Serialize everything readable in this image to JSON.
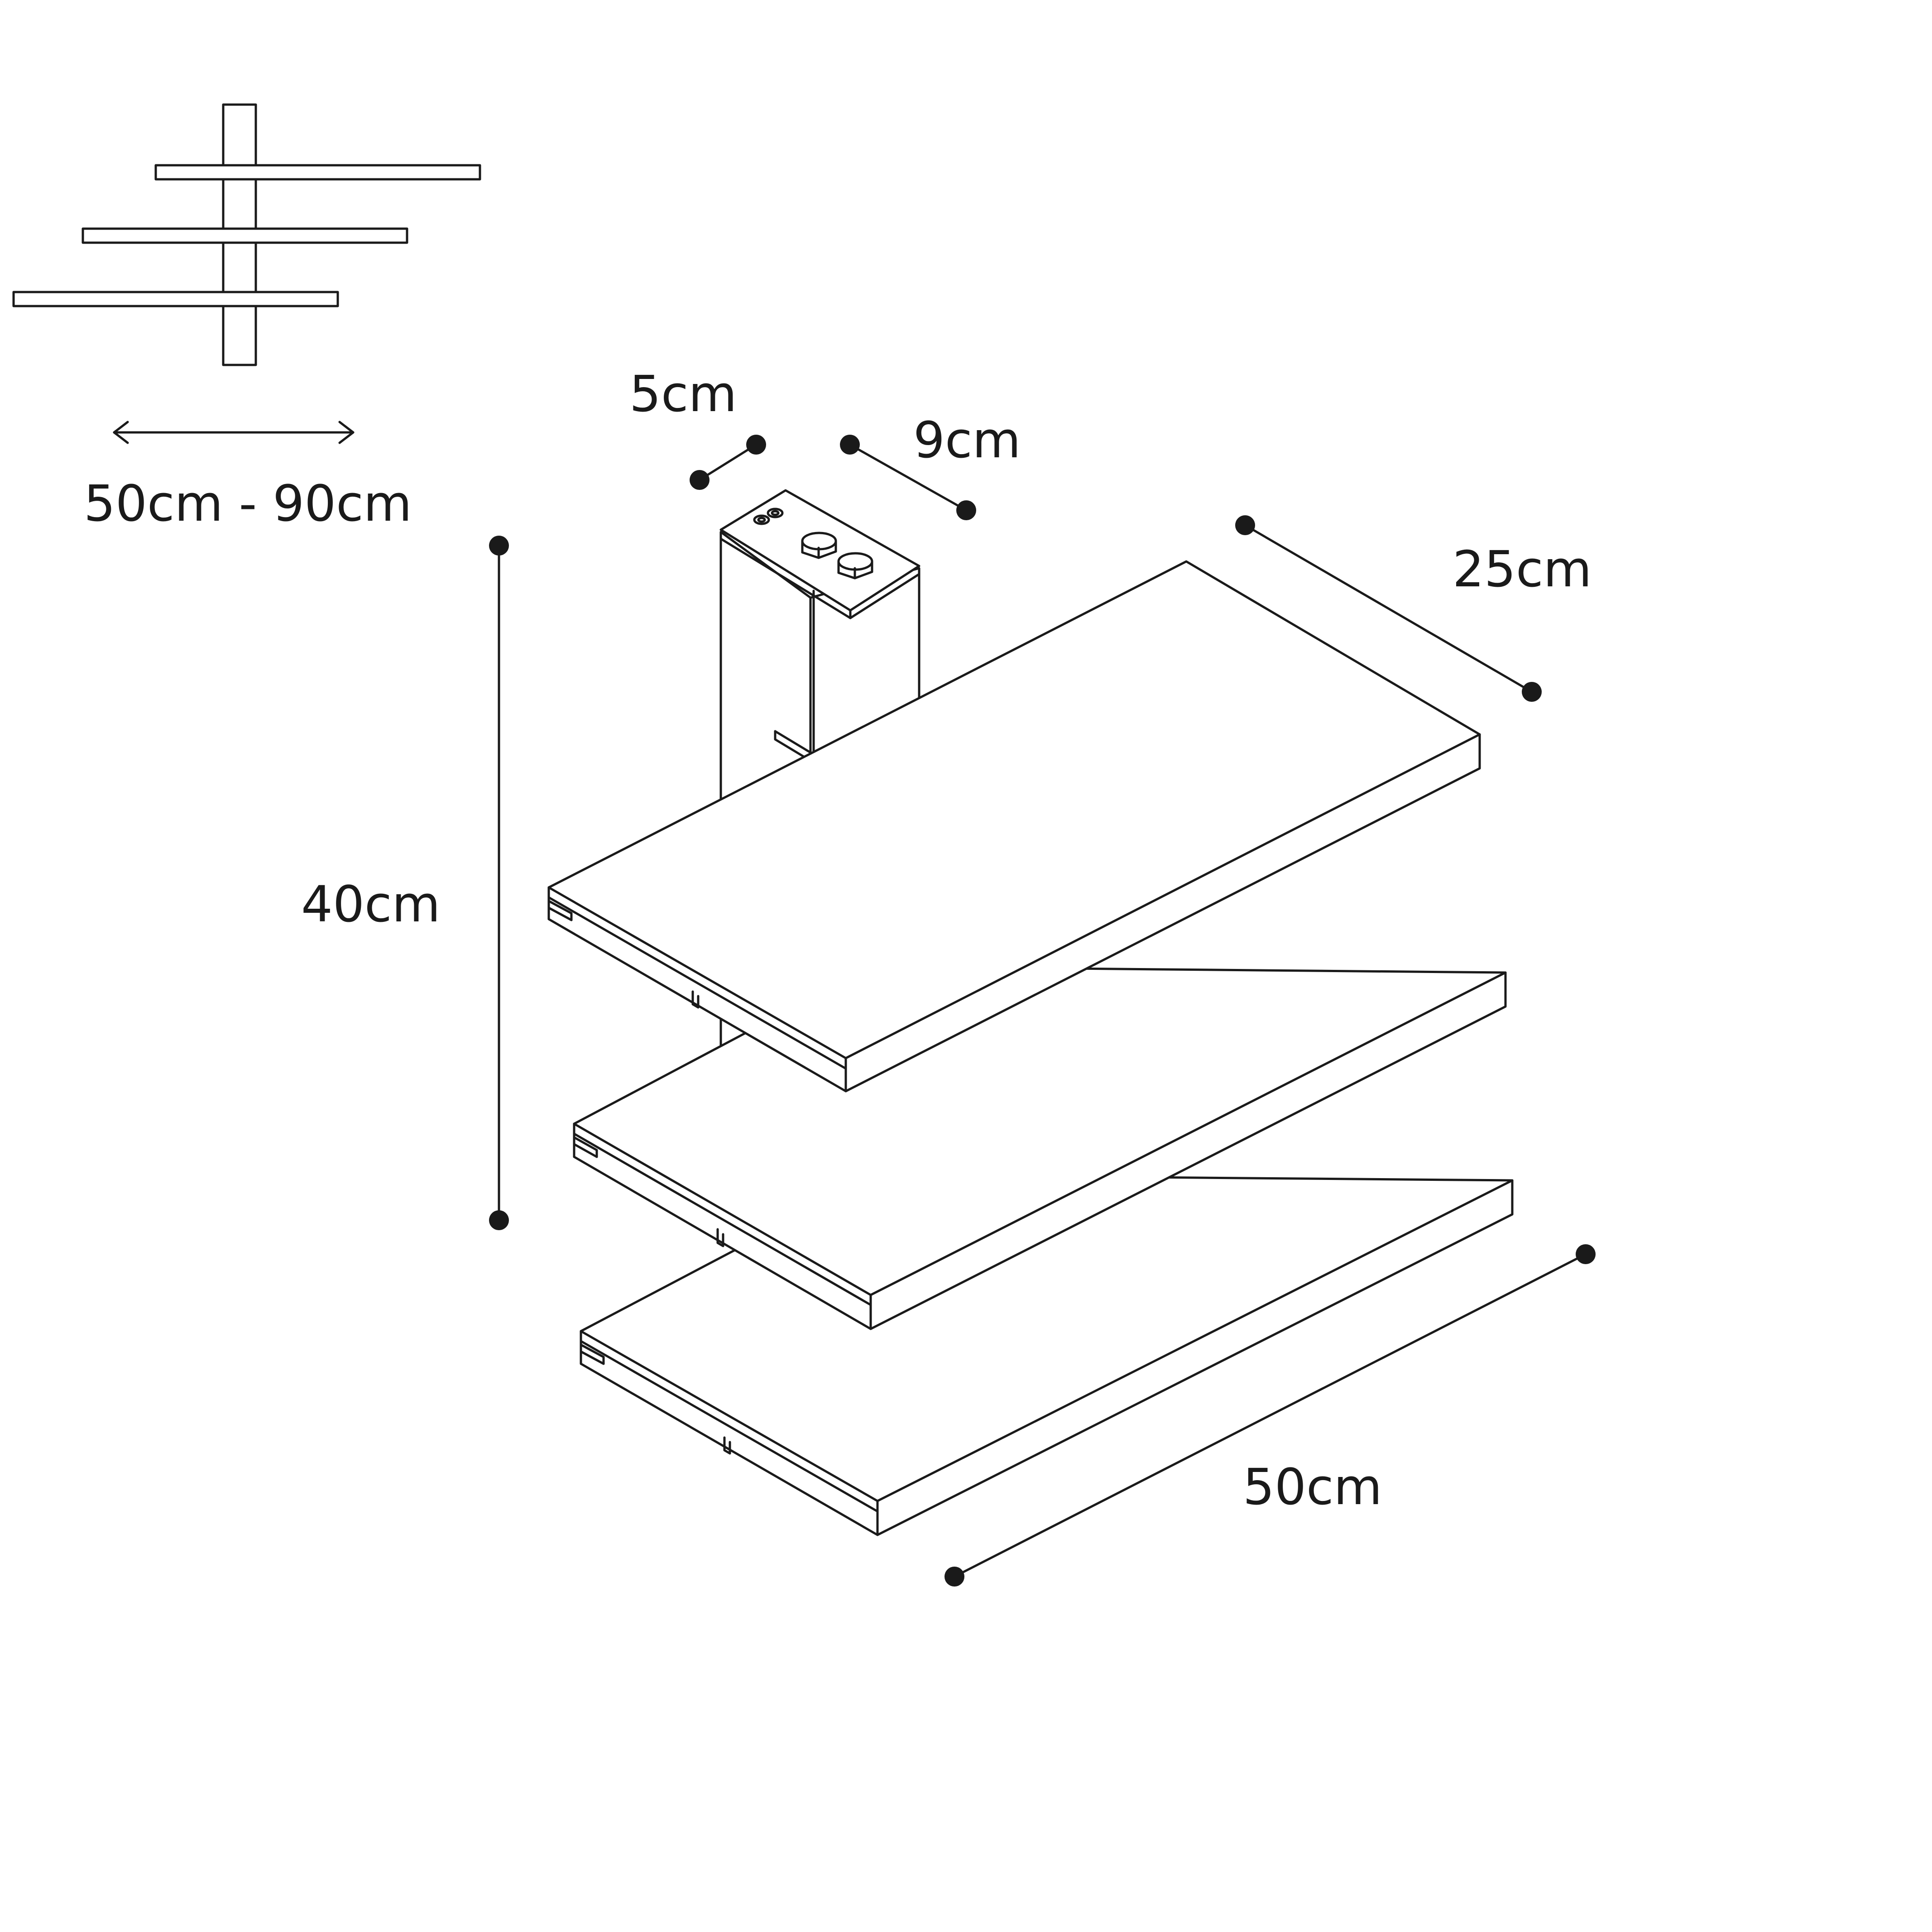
{
  "labels": {
    "width_range": "50cm - 90cm",
    "bracket_thickness": "5cm",
    "bracket_width": "9cm",
    "height": "40cm",
    "depth": "25cm",
    "length": "50cm"
  },
  "colors": {
    "stroke": "#1a1a1a",
    "background": "#ffffff"
  }
}
